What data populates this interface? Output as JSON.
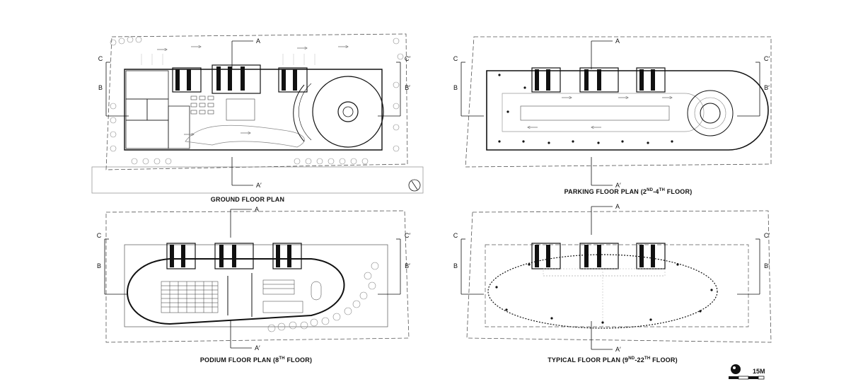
{
  "plans": [
    {
      "id": "ground",
      "caption_main": "GROUND FLOOR PLAN",
      "caption_sup": "",
      "caption_after": "",
      "caption_end": "",
      "sections": {
        "top": "A",
        "bottom": "A′",
        "left_top": "C",
        "left_mid": "B",
        "right_top": "C′",
        "right_mid": "B′"
      }
    },
    {
      "id": "parking",
      "caption_main": "PARKING FLOOR PLAN (2",
      "caption_sup": "ND",
      "caption_after": "-4",
      "caption_sup2": "TH",
      "caption_end": " FLOOR)",
      "sections": {
        "top": "A",
        "bottom": "A′",
        "left_top": "C",
        "left_mid": "B",
        "right_top": "C′",
        "right_mid": "B′"
      }
    },
    {
      "id": "podium",
      "caption_main": "PODIUM FLOOR PLAN (8",
      "caption_sup": "TH",
      "caption_after": "",
      "caption_sup2": "",
      "caption_end": " FLOOR)",
      "sections": {
        "top": "A",
        "bottom": "A′",
        "left_top": "C",
        "left_mid": "B",
        "right_top": "C′",
        "right_mid": "B′"
      }
    },
    {
      "id": "typical",
      "caption_main": "TYPICAL FLOOR PLAN (9",
      "caption_sup": "ND",
      "caption_after": "-22",
      "caption_sup2": "TH",
      "caption_end": " FLOOR)",
      "sections": {
        "top": "A",
        "bottom": "A′",
        "left_top": "C",
        "left_mid": "B",
        "right_top": "C′",
        "right_mid": "B′"
      }
    }
  ],
  "scale": {
    "label": "15M"
  },
  "colors": {
    "line": "#111111",
    "mid": "#555555",
    "light": "#9a9a9a",
    "tree": "#777777"
  }
}
